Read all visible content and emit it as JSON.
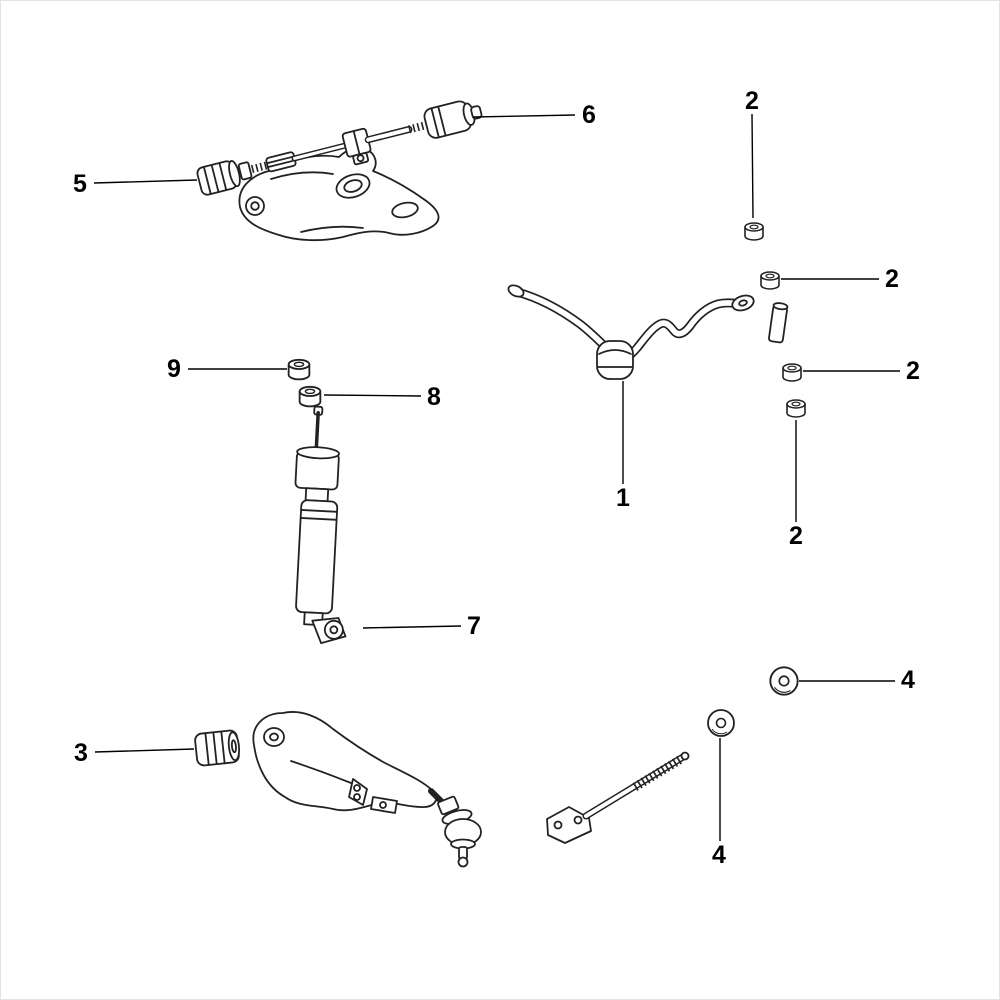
{
  "colors": {
    "line": "#222222",
    "background": "#ffffff",
    "callout_text": "#000000"
  },
  "callouts": {
    "c1": {
      "label": "1"
    },
    "c2a": {
      "label": "2"
    },
    "c2b": {
      "label": "2"
    },
    "c2c": {
      "label": "2"
    },
    "c2d": {
      "label": "2"
    },
    "c3": {
      "label": "3"
    },
    "c4a": {
      "label": "4"
    },
    "c4b": {
      "label": "4"
    },
    "c5": {
      "label": "5"
    },
    "c6": {
      "label": "6"
    },
    "c7": {
      "label": "7"
    },
    "c8": {
      "label": "8"
    },
    "c9": {
      "label": "9"
    }
  }
}
